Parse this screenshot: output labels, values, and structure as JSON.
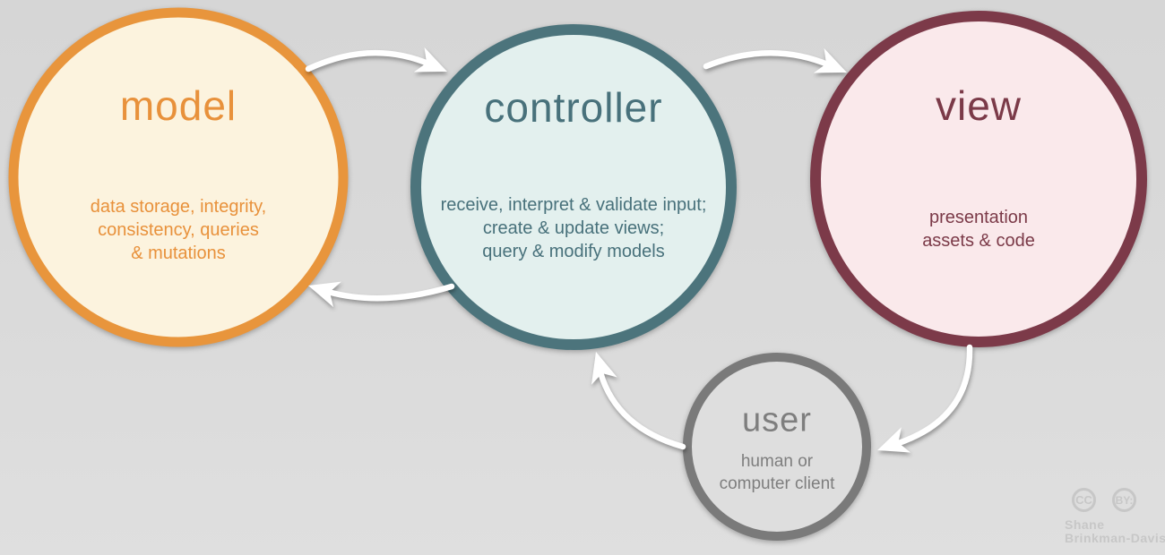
{
  "background": {
    "color_top": "#D6D6D6",
    "color_bottom": "#DFDFDF"
  },
  "arrow_color": "#FFFFFF",
  "nodes": {
    "model": {
      "label": "model",
      "desc_lines": [
        "data storage, integrity,",
        "consistency, queries",
        "& mutations"
      ],
      "border_color": "#E8953C",
      "fill_color": "#FCF3DE",
      "text_color": "#E8913B"
    },
    "controller": {
      "label": "controller",
      "desc_lines": [
        "receive, interpret & validate input;",
        "create & update views;",
        "query & modify models"
      ],
      "border_color": "#4C747C",
      "fill_color": "#E3F0EE",
      "text_color": "#48717B"
    },
    "view": {
      "label": "view",
      "desc_lines": [
        "presentation",
        "assets & code"
      ],
      "border_color": "#7C3A49",
      "fill_color": "#FAE9EB",
      "text_color": "#7B3A48"
    },
    "user": {
      "label": "user",
      "desc_lines": [
        "human or",
        "computer client"
      ],
      "border_color": "#7A7A7A",
      "fill_color": "#DEDEDE",
      "text_color": "#7E7E7E"
    }
  },
  "flows": [
    {
      "from": "model",
      "to": "controller"
    },
    {
      "from": "controller",
      "to": "view"
    },
    {
      "from": "controller",
      "to": "model"
    },
    {
      "from": "view",
      "to": "user"
    },
    {
      "from": "user",
      "to": "controller"
    }
  ],
  "attribution": {
    "badge_cc": "CC",
    "badge_by": "BY:",
    "author_line1": "Shane",
    "author_line2": "Brinkman-Davis",
    "color": "#C7C7C7"
  }
}
